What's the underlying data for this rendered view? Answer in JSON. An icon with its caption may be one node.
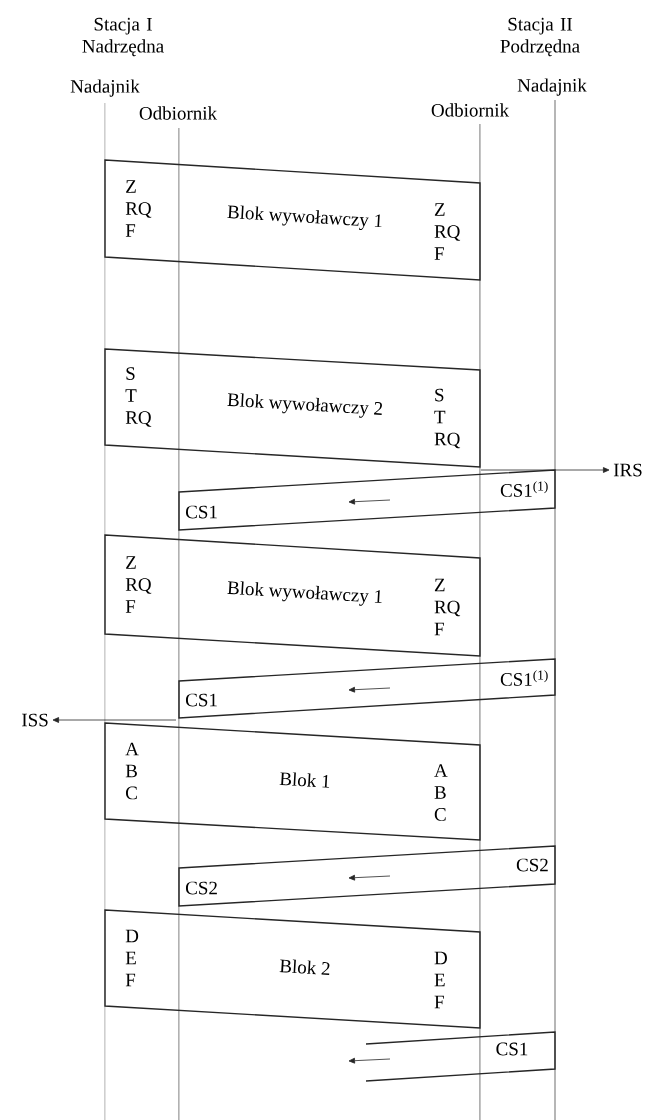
{
  "diagram": {
    "nodes": [
      {
        "text": [
          "Z RQ F",
          "Blok wywoławczy 1",
          "Z RQ F"
        ]
      },
      {
        "text": [
          "S T RQ",
          "Blok wywoławczy 2",
          "S T RQ"
        ]
      },
      {
        "text": [
          "CS1",
          "CS1$^{(1)}$"
        ]
      },
      {
        "text": [
          "Z RQ F",
          "Blok wywoławczy 1",
          "Z RQ F"
        ]
      },
      {
        "text": [
          "CS1",
          "CS1$^{(1)}$"
        ]
      },
      {
        "text": [
          "A B C",
          "Blok 1",
          "A B C"
        ]
      },
      {
        "text": [
          "CS2",
          "CS2"
        ]
      },
      {
        "text": [
          "D E F",
          "Blok 2",
          "D E F"
        ]
      },
      {
        "text": [
          "CS1"
        ]
      },
      {
        "text": [
          "IRS"
        ]
      },
      {
        "text": [
          "ISS"
        ]
      }
    ],
    "edges": [
      {
        "from": 2,
        "to": 9,
        "arrow": "to"
      },
      {
        "from": 4,
        "to": 10,
        "arrow": "to"
      }
    ],
    "labels": [
      "Stacja I Nadrzędna",
      "Stacja II Podrzędna",
      "Nadajnik",
      "Nadajnik",
      "Odbiornik",
      "Odbiornik"
    ]
  }
}
